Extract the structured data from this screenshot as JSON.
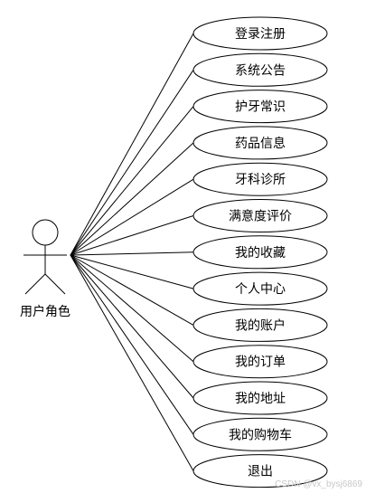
{
  "actor": {
    "label": "用户角色"
  },
  "use_cases": [
    {
      "label": "登录注册"
    },
    {
      "label": "系统公告"
    },
    {
      "label": "护牙常识"
    },
    {
      "label": "药品信息"
    },
    {
      "label": "牙科诊所"
    },
    {
      "label": "满意度评价"
    },
    {
      "label": "我的收藏"
    },
    {
      "label": "个人中心"
    },
    {
      "label": "我的账户"
    },
    {
      "label": "我的订单"
    },
    {
      "label": "我的地址"
    },
    {
      "label": "我的购物车"
    },
    {
      "label": "退出"
    }
  ],
  "watermark": "CSDN @vx_bysj6869",
  "colors": {
    "stroke": "#000000",
    "fill": "#ffffff",
    "text": "#000000",
    "watermark": "#c8c8c8"
  }
}
